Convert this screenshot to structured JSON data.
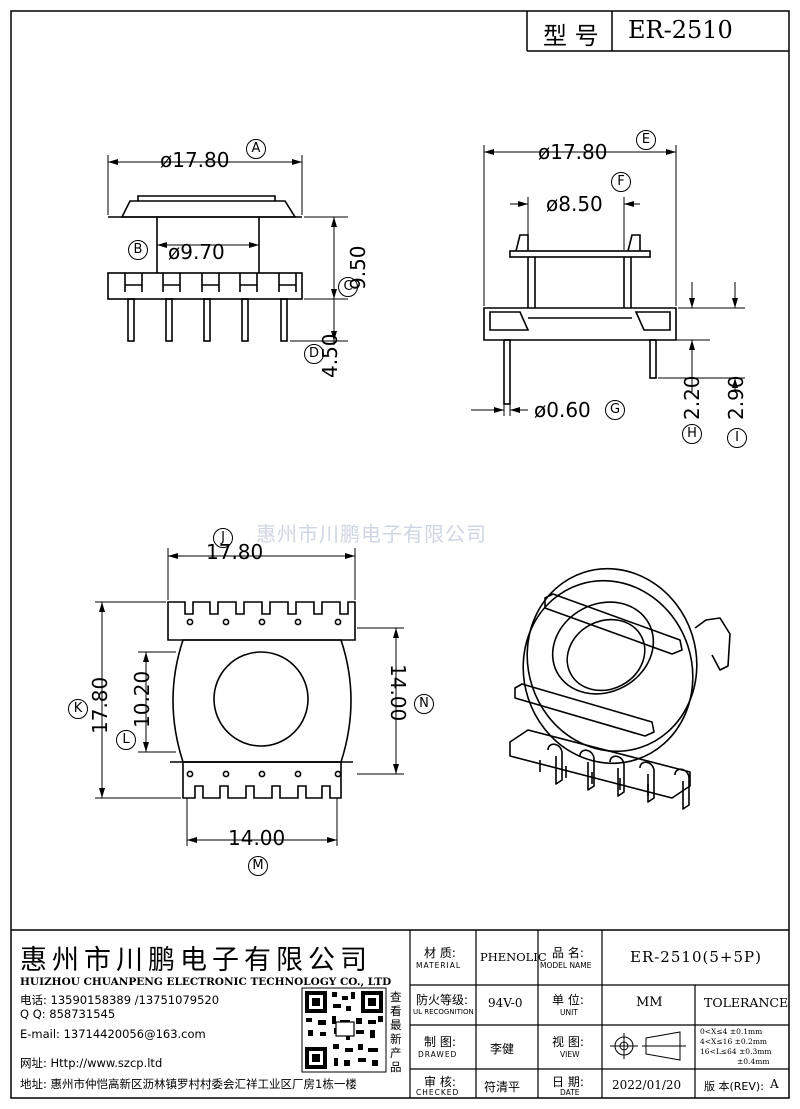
{
  "header": {
    "model_label": "型 号",
    "model_value": "ER-2510"
  },
  "watermark": "惠州市川鹏电子有限公司",
  "dimensions": {
    "a": "ø17.80",
    "a_tag": "A",
    "b": "ø9.70",
    "b_tag": "B",
    "c": "9.50",
    "c_tag": "C",
    "d": "4.50",
    "d_tag": "D",
    "e": "ø17.80",
    "e_tag": "E",
    "f": "ø8.50",
    "f_tag": "F",
    "g": "ø0.60",
    "g_tag": "G",
    "h": "2.20",
    "h_tag": "H",
    "i": "2.90",
    "i_tag": "I",
    "j": "17.80",
    "j_tag": "J",
    "k": "17.80",
    "k_tag": "K",
    "l": "10.20",
    "l_tag": "L",
    "n": "14.00",
    "n_tag": "N",
    "m": "14.00",
    "m_tag": "M"
  },
  "company": {
    "name_cn": "惠州市川鹏电子有限公司",
    "name_en": "HUIZHOU CHUANPENG ELECTRONIC TECHNOLOGY CO., LTD",
    "phone": "电话: 13590158389 /13751079520",
    "qq": "Q Q:  858731545",
    "email": "E-mail: 13714420056@163.com",
    "web": "网址:  Http://www.szcp.ltd",
    "address": "地址: 惠州市仲恺高新区沥林镇罗村村委会汇祥工业区厂房1栋一楼",
    "qr_caption": "查看最新产品"
  },
  "titleblock": {
    "material_label": "材 质:",
    "material_label_en": "MATERIAL",
    "material_value": "PHENOLIC",
    "part_label": "品 名:",
    "part_label_en": "MODEL NAME",
    "part_value": "ER-2510(5+5P)",
    "ul_label": "防火等级:",
    "ul_label_en": "UL RECOGNITION",
    "ul_value": "94V-0",
    "unit_label": "单 位:",
    "unit_label_en": "UNIT",
    "unit_value": "MM",
    "tolerance": "TOLERANCE",
    "drawn_label": "制 图:",
    "drawn_label_en": "DRAWED",
    "drawn_value": "李健",
    "view_label": "视 图:",
    "view_label_en": "VIEW",
    "tol_1": "0<X≤4   ±0.1mm",
    "tol_2": "4<X≤16  ±0.2mm",
    "tol_3": "16<L≤64 ±0.3mm",
    "tol_4": "  ±0.4mm",
    "checked_label": "审 核:",
    "checked_label_en": "CHECKED",
    "checked_value": "符清平",
    "date_label": "日 期:",
    "date_label_en": "DATE",
    "date_value": "2022/01/20",
    "rev_label": "版 本(REV):",
    "rev_value": "A"
  }
}
